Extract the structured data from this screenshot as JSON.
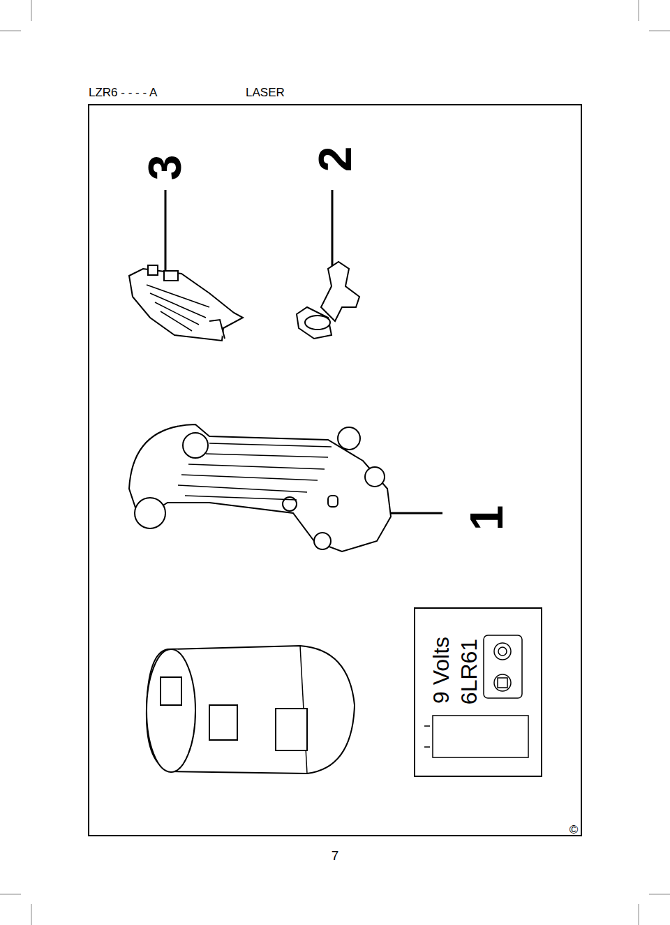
{
  "diagram": {
    "nodes": [
      {
        "text": [
          "9 Volts",
          "6LR61"
        ]
      }
    ],
    "labels": [
      "LZR6 - - - - A",
      "LASER",
      "3",
      "2",
      "1",
      "©",
      "7"
    ]
  }
}
